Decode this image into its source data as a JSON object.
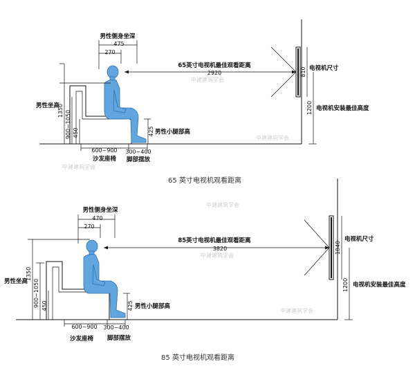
{
  "diagrams": [
    {
      "dim_depth": "475",
      "dim_depth_inner": "270",
      "label_depth": "男性侧身坐深",
      "label_view": "65英寸电视机最佳观看距离",
      "dim_distance": "2920",
      "label_seat_height": "男性坐高",
      "dim_1350": "1350",
      "dim_900_1050": "900~1050",
      "dim_450": "450",
      "dim_600_900": "600~900",
      "dim_300_400": "300~400",
      "label_sofa": "沙发座椅",
      "label_feet": "脚部摆放",
      "dim_425": "425",
      "label_calf": "男性小腿部高",
      "dim_tv": "810",
      "label_tv": "电视机尺寸",
      "dim_install": "1200",
      "label_install": "电视机安装最佳高度",
      "caption": "65 英寸电视机观看距离"
    },
    {
      "dim_depth": "470",
      "dim_depth_inner": "270",
      "label_depth": "男性侧身坐深",
      "label_view": "85英寸电视机最佳观看距离",
      "dim_distance": "3820",
      "label_seat_height": "男性坐高",
      "dim_1350": "1350",
      "dim_900_1050": "900~1050",
      "dim_450": "450",
      "dim_600_900": "600~900",
      "dim_300_400": "300~400",
      "label_sofa": "沙发座椅",
      "label_feet": "脚部摆放",
      "dim_425": "425",
      "label_calf": "男性小腿部高",
      "dim_tv": "1040",
      "label_tv": "电视机尺寸",
      "dim_install": "1200",
      "label_install": "电视机安装最佳高度",
      "caption": "85 英寸电视机观看距离"
    }
  ],
  "watermark": "中建建筑学会"
}
